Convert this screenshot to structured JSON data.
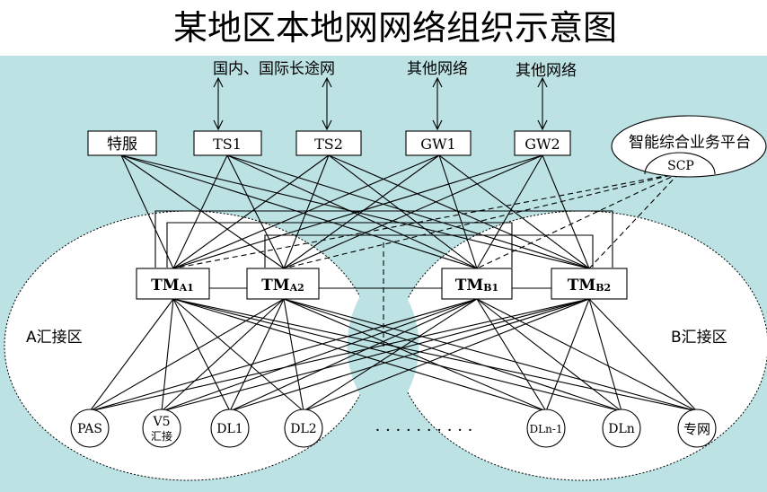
{
  "title": "某地区本地网网络组织示意图",
  "colors": {
    "background": "#bde2e4",
    "ink": "#000000",
    "box_fill": "#ffffff"
  },
  "external_labels": {
    "ld": "国内、国际长途网",
    "other1": "其他网络",
    "other2": "其他网络"
  },
  "top_boxes": {
    "special": "特服",
    "ts1": "TS1",
    "ts2": "TS2",
    "gw1": "GW1",
    "gw2": "GW2"
  },
  "platform": {
    "name": "智能综合业务平台",
    "code": "SCP"
  },
  "tandems": {
    "a1": {
      "main": "TM",
      "sub": "A1"
    },
    "a2": {
      "main": "TM",
      "sub": "A2"
    },
    "b1": {
      "main": "TM",
      "sub": "B1"
    },
    "b2": {
      "main": "TM",
      "sub": "B2"
    }
  },
  "zones": {
    "a": "A汇接区",
    "b": "B汇接区"
  },
  "end_nodes": {
    "pas": "PAS",
    "v5_line1": "V5",
    "v5_line2": "汇接",
    "dl1": "DL1",
    "dl2": "DL2",
    "ellipsis": "· · · · · · · · · ·",
    "dln1": "DLn-1",
    "dln": "DLn",
    "private": "专网"
  }
}
